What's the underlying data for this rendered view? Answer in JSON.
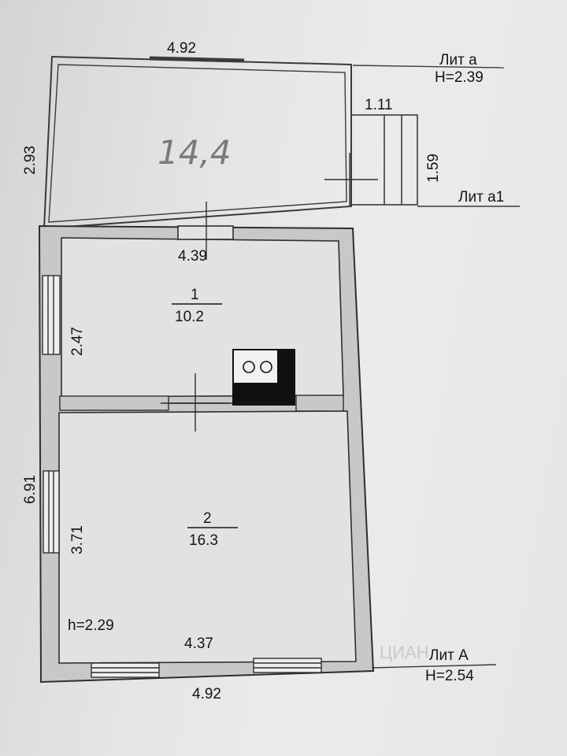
{
  "dimensions": {
    "top_width": "4.92",
    "veranda_height": "2.93",
    "porch_width": "1.11",
    "porch_depth": "1.59",
    "room1_inner_width": "4.39",
    "room1_height": "2.47",
    "total_height": "6.91",
    "room2_height": "3.71",
    "room2_inner_width": "4.37",
    "bottom_width": "4.92"
  },
  "labels": {
    "lit_a": "Лит а",
    "lit_a_height": "Н=2.39",
    "lit_a1": "Лит а1",
    "lit_A": "Лит А",
    "lit_A_height": "Н=2.54",
    "room_height": "h=2.29"
  },
  "rooms": [
    {
      "number": "1",
      "area": "10.2"
    },
    {
      "number": "2",
      "area": "16.3"
    }
  ],
  "handwritten_area": "14,4",
  "watermark": "ЦИАН"
}
